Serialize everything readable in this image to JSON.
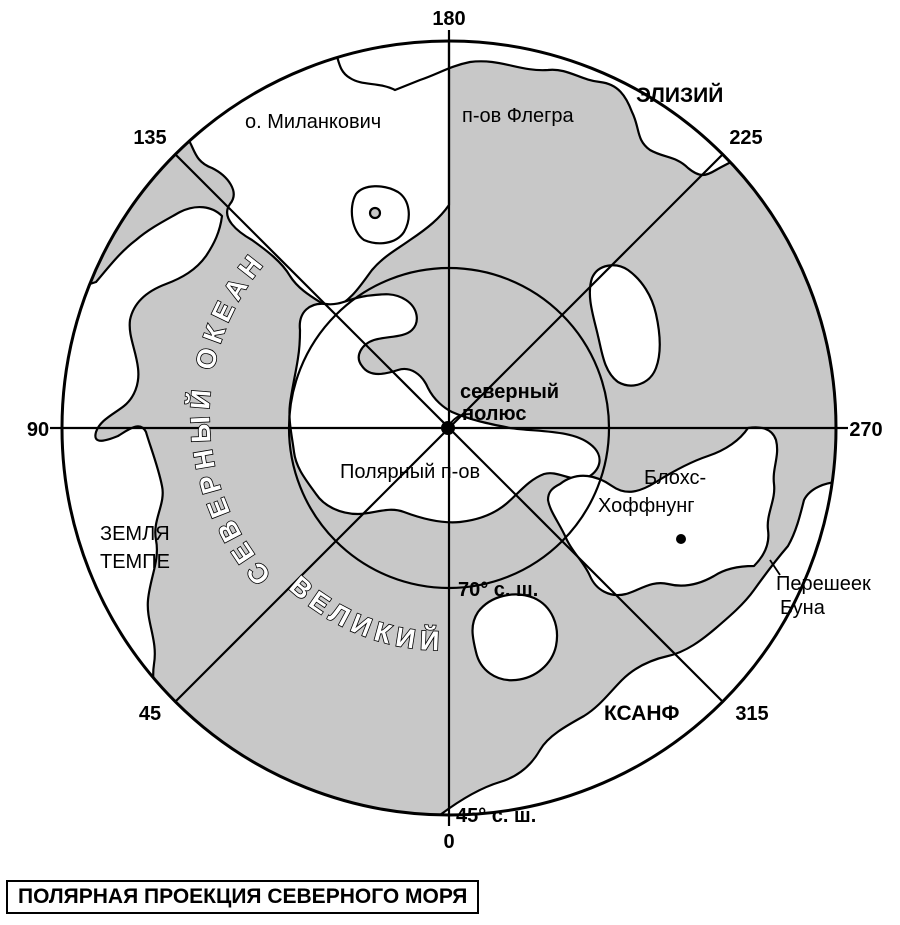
{
  "title": "ПОЛЯРНАЯ ПРОЕКЦИЯ СЕВЕРНОГО МОРЯ",
  "colors": {
    "land": "#ffffff",
    "sea": "#c8c8c8",
    "line": "#000000"
  },
  "longitudes": {
    "top": "180",
    "top_right": "225",
    "right": "270",
    "bottom_right": "315",
    "bottom": "0",
    "bottom_left": "45",
    "left": "90",
    "top_left": "135"
  },
  "latitudes": {
    "inner": "70° с. ш.",
    "outer": "45° с. ш."
  },
  "ocean": {
    "part1": "СЕВЕРНЫЙ ОКЕАН",
    "part2": "ВЕЛИКИЙ"
  },
  "places": {
    "milankovic": "о. Миланкович",
    "flegra": "п-ов Флегра",
    "elysium": "ЭЛИЗИЙ",
    "pole_line1": "северный",
    "pole_line2": "полюс",
    "polar_peninsula": "Полярный п-ов",
    "bloch_line1": "Блохс-",
    "bloch_line2": "Хоффнунг",
    "tempe_line1": "ЗЕМЛЯ",
    "tempe_line2": "ТЕМПЕ",
    "isthmus_line1": "Перешеек",
    "isthmus_line2": "Буна",
    "xanf": "КСАНФ"
  }
}
